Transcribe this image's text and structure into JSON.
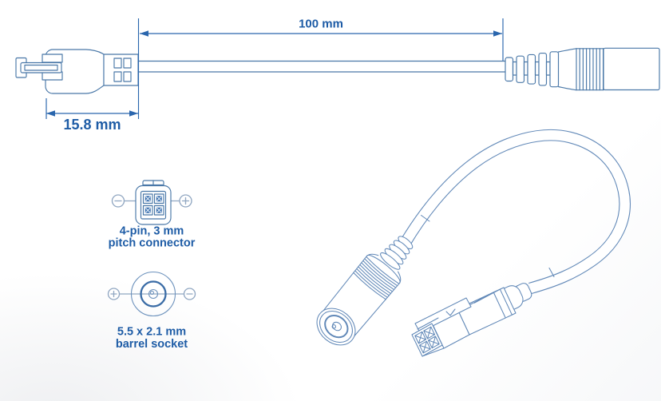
{
  "diagram": {
    "dimension_cable_length": "100 mm",
    "dimension_connector_width": "15.8 mm"
  },
  "schematics": {
    "pin_connector": {
      "line1": "4-pin, 3 mm",
      "line2": "pitch connector"
    },
    "barrel_socket": {
      "line1": "5.5 x 2.1 mm",
      "line2": "barrel socket"
    }
  },
  "icons": {
    "positive": "plus-icon",
    "negative": "minus-icon"
  },
  "colors": {
    "text_blue": "#1e5ca6",
    "dimension_blue": "#2a66ad",
    "line_blue": "#4a78a8",
    "light_line_blue": "#6289b8",
    "symbol_gray_blue": "#91a7c2",
    "pin_fill_blue": "#3a6fae",
    "background": "#ffffff"
  }
}
